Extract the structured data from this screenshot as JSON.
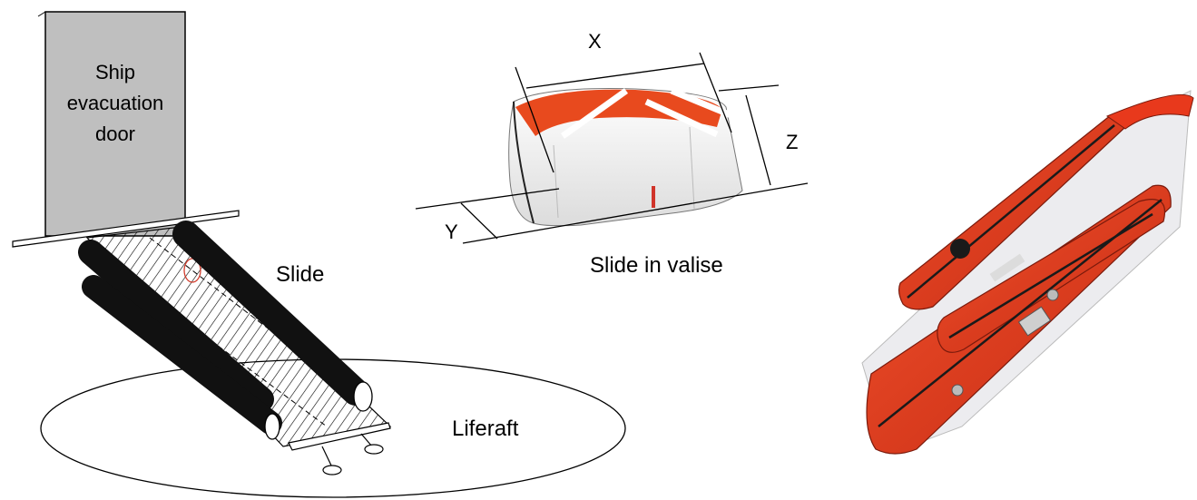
{
  "labels": {
    "door_line1": "Ship",
    "door_line2": "evacuation",
    "door_line3": "door",
    "slide": "Slide",
    "liferaft": "Liferaft",
    "valise": "Slide in valise",
    "dim_x": "X",
    "dim_y": "Y",
    "dim_z": "Z"
  },
  "colors": {
    "door_fill": "#bfbfbf",
    "tube": "#111111",
    "raft_orange": "#e8391c",
    "raft_dark": "#b8240f",
    "raft_floor": "#ececef",
    "valise_white": "#f2f2f2",
    "valise_orange": "#e84a1e"
  }
}
